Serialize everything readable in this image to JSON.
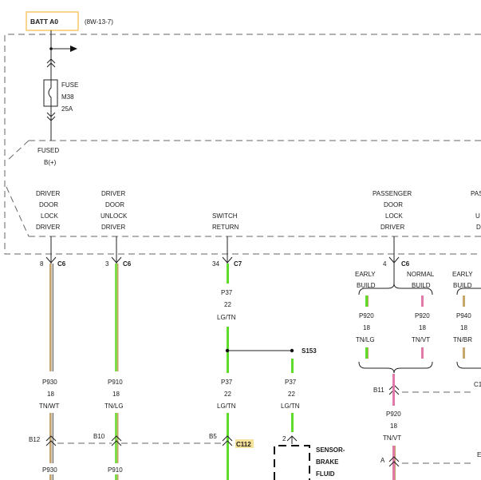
{
  "header": {
    "label": "BATT A0",
    "ref": "(8W-13-7)",
    "box_color": "#f5c96a"
  },
  "fuse": {
    "title": "FUSE",
    "id": "M38",
    "rating": "25A"
  },
  "fused_label": [
    "FUSED",
    "B(+)"
  ],
  "circuits": [
    {
      "key": "driver-lock",
      "label": [
        "DRIVER",
        "DOOR",
        "LOCK",
        "DRIVER"
      ],
      "pin": "8",
      "connector": "C6",
      "wire_top": {
        "circuit": "P930",
        "gauge": "18",
        "color": "TN/WT"
      },
      "inline_pin": "B12",
      "wire_bottom": {
        "circuit": "P930"
      },
      "colors": [
        "#c8a56a",
        "#f0f0f0"
      ]
    },
    {
      "key": "driver-unlock",
      "label": [
        "DRIVER",
        "DOOR",
        "UNLOCK",
        "DRIVER"
      ],
      "pin": "3",
      "connector": "C6",
      "wire_top": {
        "circuit": "P910",
        "gauge": "18",
        "color": "TN/LG"
      },
      "inline_pin": "B10",
      "wire_bottom": {
        "circuit": "P910"
      },
      "colors": [
        "#c8a56a",
        "#7ddc4a"
      ]
    },
    {
      "key": "switch-return",
      "label": [
        "SWITCH",
        "RETURN"
      ],
      "pin": "34",
      "connector": "C7",
      "wire_top": {
        "circuit": "P37",
        "gauge": "22",
        "color": "LG/TN"
      },
      "wire_mid": {
        "circuit": "P37",
        "gauge": "22",
        "color": "LG/TN"
      },
      "inline_pin": "B5",
      "inline_connector": "C112",
      "colors": [
        "#7ddc4a"
      ]
    }
  ],
  "splice": {
    "id": "S153",
    "wire": {
      "circuit": "P37",
      "gauge": "22",
      "color": "LG/TN"
    },
    "pin": "2"
  },
  "sensor": [
    "SENSOR-",
    "BRAKE",
    "FLUID"
  ],
  "passenger": {
    "label": [
      "PASSENGER",
      "DOOR",
      "LOCK",
      "DRIVER"
    ],
    "pin": "4",
    "connector": "C6",
    "early_build": [
      "EARLY",
      "BUILD"
    ],
    "normal_build": [
      "NORMAL",
      "BUILD"
    ],
    "early_wire": {
      "circuit": "P920",
      "gauge": "18",
      "color": "TN/LG"
    },
    "normal_wire": {
      "circuit": "P920",
      "gauge": "18",
      "color": "TN/VT"
    },
    "join_pin": "B11",
    "join_connector": "C1",
    "join_wire": {
      "circuit": "P920",
      "gauge": "18",
      "color": "TN/VT"
    },
    "bottom_pin": "A",
    "bottom_connector": "E"
  },
  "far_right": {
    "label_fragment": "PAS",
    "label_lines": [
      "U",
      "D"
    ],
    "early_build": [
      "EARLY",
      "BUILD"
    ],
    "wire": {
      "circuit": "P940",
      "gauge": "18",
      "color": "TN/BR"
    }
  }
}
